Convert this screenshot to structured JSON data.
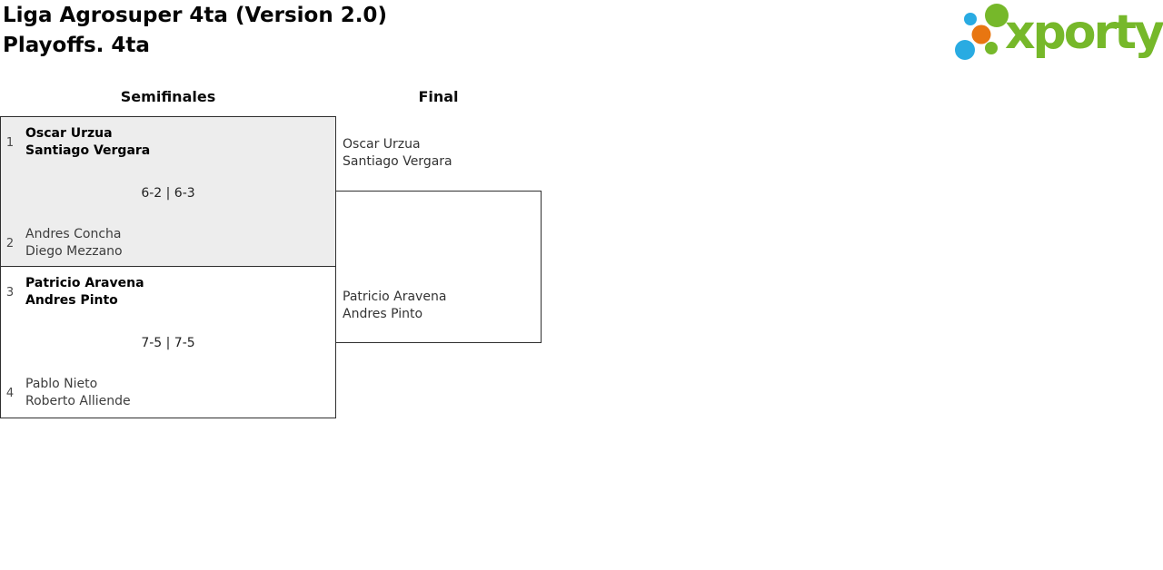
{
  "header": {
    "title_line1": "Liga Agrosuper 4ta (Version 2.0)",
    "title_line2": "Playoffs. 4ta"
  },
  "logo": {
    "brand": "xporty",
    "colors": {
      "green": "#76b82a",
      "blue": "#29abe2",
      "orange": "#e87611"
    }
  },
  "bracket": {
    "rounds": [
      {
        "label": "Semifinales"
      },
      {
        "label": "Final"
      }
    ],
    "semifinals": [
      {
        "top": {
          "seed": "1",
          "players": [
            "Oscar Urzua",
            "Santiago Vergara"
          ],
          "winner": true
        },
        "score": "6-2 | 6-3",
        "bottom": {
          "seed": "2",
          "players": [
            "Andres Concha",
            "Diego Mezzano"
          ],
          "winner": false
        }
      },
      {
        "top": {
          "seed": "3",
          "players": [
            "Patricio Aravena",
            "Andres Pinto"
          ],
          "winner": true
        },
        "score": "7-5 | 7-5",
        "bottom": {
          "seed": "4",
          "players": [
            "Pablo Nieto",
            "Roberto Alliende"
          ],
          "winner": false
        }
      }
    ],
    "final": {
      "top": {
        "players": [
          "Oscar Urzua",
          "Santiago Vergara"
        ]
      },
      "bottom": {
        "players": [
          "Patricio Aravena",
          "Andres Pinto"
        ]
      }
    }
  }
}
